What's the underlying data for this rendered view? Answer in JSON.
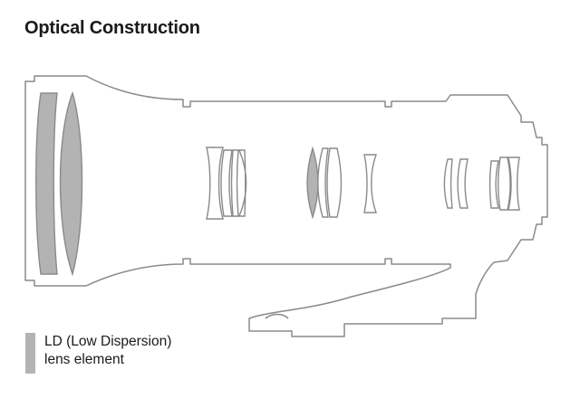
{
  "title": "Optical Construction",
  "legend": {
    "line1": "LD (Low Dispersion)",
    "line2": "lens element",
    "swatch_color": "#b3b3b3"
  },
  "colors": {
    "outline": "#8a8a8a",
    "ld_fill": "#b3b3b3",
    "normal_fill": "#ffffff"
  },
  "lens_groups": [
    {
      "name": "front-group",
      "elements": [
        "ld",
        "ld"
      ]
    },
    {
      "name": "group-2",
      "elements": [
        "normal",
        "normal",
        "normal",
        "normal"
      ]
    },
    {
      "name": "group-3",
      "elements": [
        "ld",
        "normal",
        "normal"
      ]
    },
    {
      "name": "group-4",
      "elements": [
        "normal"
      ]
    },
    {
      "name": "group-5",
      "elements": [
        "normal",
        "normal"
      ]
    },
    {
      "name": "rear-group",
      "elements": [
        "normal",
        "normal",
        "normal"
      ]
    }
  ]
}
